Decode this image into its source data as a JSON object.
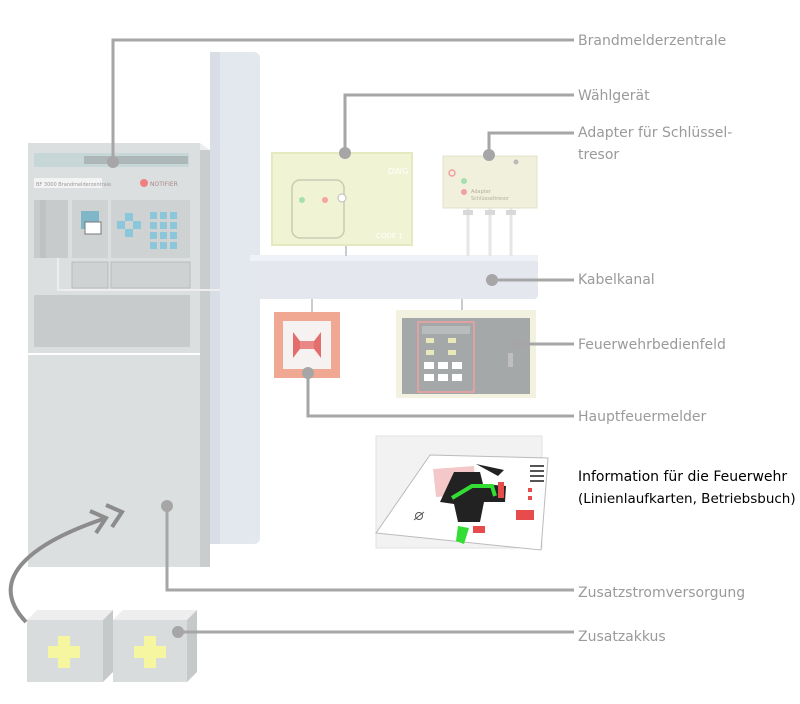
{
  "labels": {
    "brandmelderzentrale": "Brandmelderzentrale",
    "waehlgeraet": "Wählgerät",
    "adapter_line1": "Adapter für Schlüssel-",
    "adapter_line2": "tresor",
    "kabelkanal": "Kabelkanal",
    "feuerwehrbedienfeld": "Feuerwehrbedienfeld",
    "hauptfeuermelder": "Hauptfeuermelder",
    "information_line1": "Information für die Feuerwehr",
    "information_line2": "(Linienlaufkarten, Betriebsbuch)",
    "zusatzstromversorgung": "Zusatzstromversorgung",
    "zusatzakkus": "Zusatzakkus"
  },
  "devices": {
    "panel_plate_text": "BF 3000 Brandmelderzentrale",
    "panel_brand": "NOTIFIER",
    "dialer_brand": "DWG",
    "dialer_model": "CODE 1",
    "adapter_text1": "Adapter",
    "adapter_text2": "Schlüsseltresor"
  },
  "colors": {
    "leader_line": "#a6a6a6",
    "label_gray": "#9a9a9a",
    "label_active": "#000000",
    "cabinet": "#d9dcdc",
    "channel": "#e4e8ee",
    "battery_cross": "#f6f5a0",
    "call_point": "#ee9a86",
    "route_green": "#33dd33"
  }
}
